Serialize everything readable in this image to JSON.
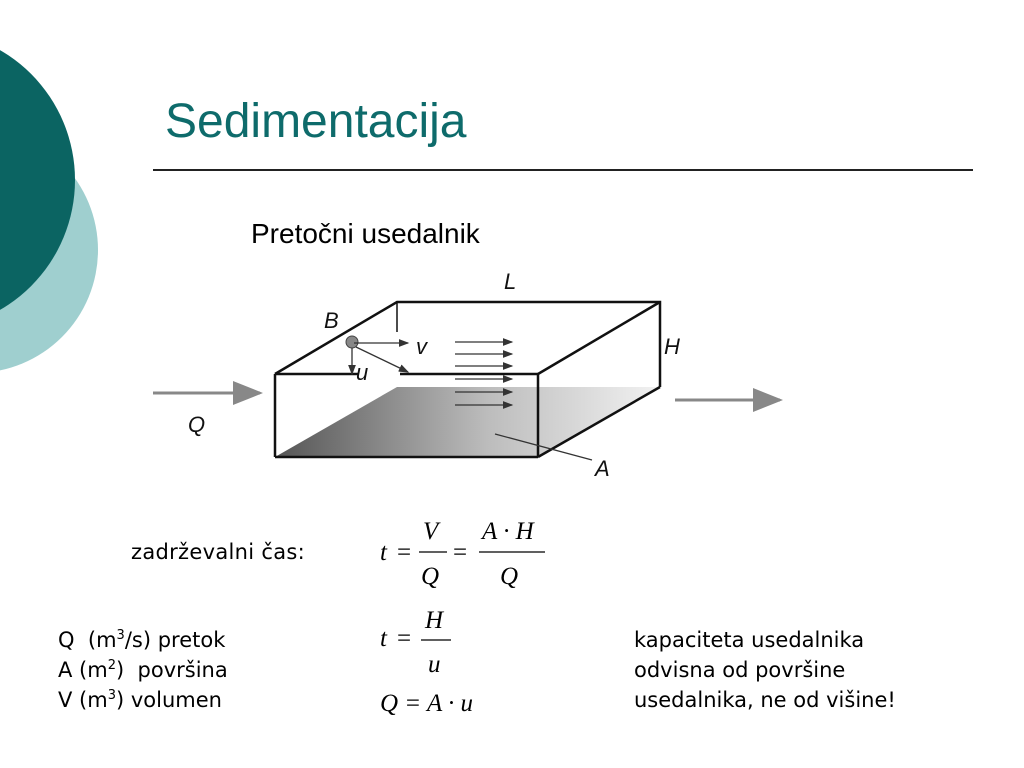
{
  "title": "Sedimentacija",
  "subtitle": "Pretočni usedalnik",
  "diagram": {
    "labels": {
      "L": "L",
      "B": "B",
      "v": "v",
      "u": "u",
      "H": "H",
      "Q": "Q",
      "A": "A"
    }
  },
  "detention_label": "zadrževalni čas:",
  "equations": {
    "eq1": {
      "lhs": "t",
      "eq": "=",
      "f1_num": "V",
      "f1_den": "Q",
      "eq2": "=",
      "f2_num": "A · H",
      "f2_den": "Q"
    },
    "eq2": {
      "lhs": "t",
      "eq": "=",
      "num": "H",
      "den": "u"
    },
    "eq3": {
      "text": "Q = A · u"
    }
  },
  "legend": [
    {
      "sym": "Q",
      "pre": "  (m",
      "exp": "3",
      "post": "/s) pretok"
    },
    {
      "sym": "A",
      "pre": " (m",
      "exp": "2",
      "post": ")  površina"
    },
    {
      "sym": "V",
      "pre": " (m",
      "exp": "3",
      "post": ") volumen"
    }
  ],
  "note": [
    "kapaciteta usedalnika",
    "odvisna od površine",
    "usedalnika, ne od višine!"
  ],
  "colors": {
    "title": "#0e6b6b",
    "dark_teal": "#0b6462",
    "light_teal": "#9fcfcf"
  }
}
